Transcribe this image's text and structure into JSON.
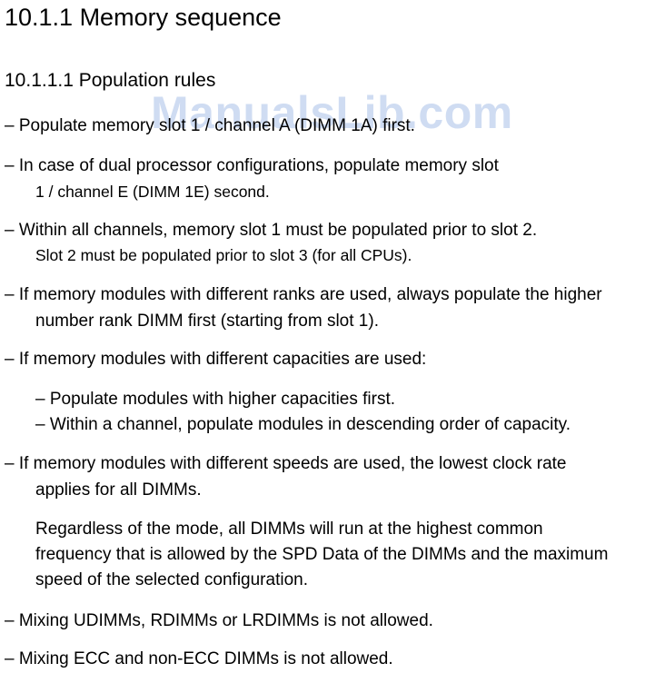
{
  "watermark": "ManualsLib.com",
  "heading": {
    "section": "10.1.1 Memory sequence",
    "subsection": "10.1.1.1 Population rules"
  },
  "rules": {
    "r1": "– Populate memory slot 1 / channel A (DIMM 1A) first.",
    "r2_line1": "– In case of dual processor configurations, populate memory slot",
    "r2_line2": "1 / channel E (DIMM 1E) second.",
    "r3_line1": "– Within all channels, memory slot 1 must be populated prior to slot 2.",
    "r3_line2": "Slot 2 must be populated prior to slot 3 (for all CPUs).",
    "r4_line1": "– If memory modules with different ranks are used, always populate the higher",
    "r4_line2": "number rank DIMM first (starting from slot 1).",
    "r5": "– If memory modules with different capacities are used:",
    "r5_sub1": "– Populate modules with higher capacities first.",
    "r5_sub2": "– Within a channel, populate modules in descending order of capacity.",
    "r6_line1": "– If memory modules with different speeds are used, the lowest clock rate",
    "r6_line2": "applies for all DIMMs.",
    "r6_note1": "Regardless of the mode, all DIMMs will run at the highest common",
    "r6_note2": "frequency that is allowed by the SPD Data of the DIMMs and the maximum",
    "r6_note3": "speed of the selected configuration.",
    "r7": "– Mixing UDIMMs, RDIMMs or LRDIMMs is not allowed.",
    "r8": "– Mixing ECC and non-ECC DIMMs is not allowed."
  }
}
